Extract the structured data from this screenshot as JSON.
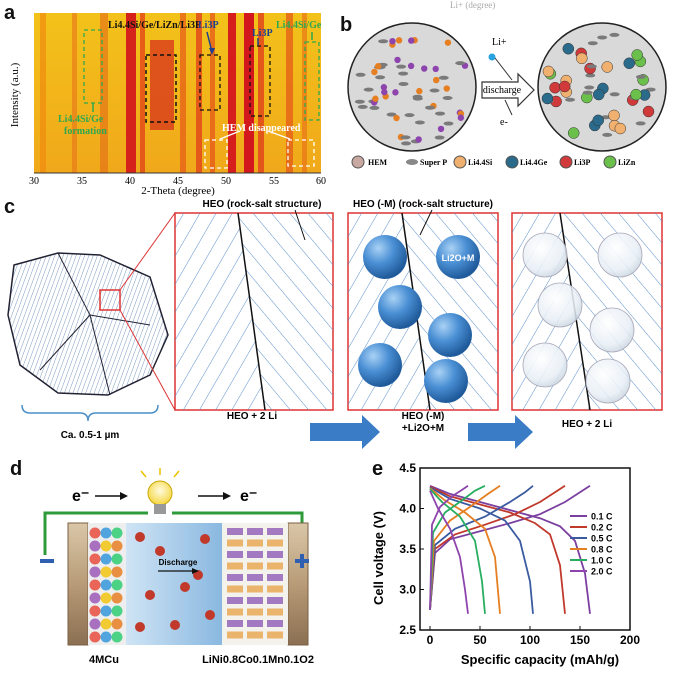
{
  "panels": {
    "a": {
      "label": "a",
      "ylabel": "Intensity (a.u.)",
      "xlabel": "2-Theta (degree)",
      "xticks": [
        "30",
        "35",
        "40",
        "45",
        "50",
        "55",
        "60"
      ],
      "ann_top1": "Li4.4Si/Ge/LiZn/Li3P",
      "ann_li3p_a": "Li3P",
      "ann_li3p_b": "Li3P",
      "ann_right": "Li4.4Si/Ge",
      "ann_left_1": "Li4.4Si/Ge",
      "ann_left_2": "formation",
      "ann_hem": "HEM disappeared"
    },
    "b": {
      "label": "b",
      "title_partial": "Li+ (degree)",
      "li_plus": "Li+",
      "arrow_label": "discharge",
      "e_minus": "e-",
      "legend": [
        "HEM",
        "Super P",
        "Li4.4Si",
        "Li4.4Ge",
        "Li3P",
        "LiZn"
      ]
    },
    "c": {
      "label": "c",
      "box1_title": "HEO (rock-salt structure)",
      "box2_title": "HEO (-M) (rock-salt structure)",
      "li2o_m": "Li2O+M",
      "size_label": "Ca. 0.5-1 µm",
      "cap1": "HEO + 2 Li",
      "cap2a": "HEO (-M)",
      "cap2b": "+Li2O+M",
      "cap3": "HEO + 2 Li"
    },
    "d": {
      "label": "d",
      "e_left": "e⁻",
      "e_right": "e⁻",
      "anode": "4MCu",
      "cathode": "LiNi0.8Co0.1Mn0.1O2",
      "discharge": "Discharge",
      "minus": "−",
      "plus": "+"
    },
    "e": {
      "label": "e"
    }
  },
  "chart_data": {
    "type": "line",
    "xlabel": "Specific capacity (mAh/g)",
    "ylabel": "Cell voltage (V)",
    "xlim": [
      -10,
      200
    ],
    "ylim": [
      2.5,
      4.5
    ],
    "xticks": [
      0,
      50,
      100,
      150,
      200
    ],
    "yticks": [
      2.5,
      3.0,
      3.5,
      4.0,
      4.5
    ],
    "legend_position": "right",
    "series": [
      {
        "name": "0.1 C",
        "color": "#7b3fa0",
        "discharge": [
          [
            0,
            4.28
          ],
          [
            20,
            4.18
          ],
          [
            50,
            4.08
          ],
          [
            80,
            3.98
          ],
          [
            110,
            3.88
          ],
          [
            130,
            3.78
          ],
          [
            145,
            3.6
          ],
          [
            155,
            3.2
          ],
          [
            160,
            2.7
          ]
        ],
        "charge": [
          [
            0,
            2.75
          ],
          [
            5,
            3.45
          ],
          [
            20,
            3.62
          ],
          [
            50,
            3.72
          ],
          [
            80,
            3.82
          ],
          [
            110,
            3.93
          ],
          [
            135,
            4.08
          ],
          [
            150,
            4.2
          ],
          [
            160,
            4.28
          ]
        ]
      },
      {
        "name": "0.2 C",
        "color": "#c0392b",
        "discharge": [
          [
            0,
            4.27
          ],
          [
            20,
            4.15
          ],
          [
            50,
            4.05
          ],
          [
            80,
            3.95
          ],
          [
            105,
            3.82
          ],
          [
            120,
            3.68
          ],
          [
            130,
            3.3
          ],
          [
            135,
            2.7
          ]
        ],
        "charge": [
          [
            0,
            2.75
          ],
          [
            5,
            3.5
          ],
          [
            25,
            3.68
          ],
          [
            55,
            3.8
          ],
          [
            85,
            3.93
          ],
          [
            110,
            4.08
          ],
          [
            125,
            4.2
          ],
          [
            135,
            4.28
          ]
        ]
      },
      {
        "name": "0.5 C",
        "color": "#3a5ba0",
        "discharge": [
          [
            0,
            4.26
          ],
          [
            20,
            4.12
          ],
          [
            50,
            4.0
          ],
          [
            75,
            3.85
          ],
          [
            90,
            3.6
          ],
          [
            100,
            3.1
          ],
          [
            103,
            2.7
          ]
        ],
        "charge": [
          [
            0,
            2.75
          ],
          [
            5,
            3.55
          ],
          [
            25,
            3.75
          ],
          [
            55,
            3.9
          ],
          [
            80,
            4.08
          ],
          [
            95,
            4.2
          ],
          [
            103,
            4.28
          ]
        ]
      },
      {
        "name": "0.8 C",
        "color": "#e67e22",
        "discharge": [
          [
            0,
            4.25
          ],
          [
            15,
            4.1
          ],
          [
            35,
            3.95
          ],
          [
            55,
            3.75
          ],
          [
            65,
            3.4
          ],
          [
            70,
            2.7
          ]
        ],
        "charge": [
          [
            0,
            2.75
          ],
          [
            4,
            3.6
          ],
          [
            20,
            3.85
          ],
          [
            40,
            4.02
          ],
          [
            58,
            4.18
          ],
          [
            70,
            4.28
          ]
        ]
      },
      {
        "name": "1.0 C",
        "color": "#27ae60",
        "discharge": [
          [
            0,
            4.24
          ],
          [
            12,
            4.08
          ],
          [
            30,
            3.9
          ],
          [
            45,
            3.6
          ],
          [
            52,
            3.1
          ],
          [
            55,
            2.7
          ]
        ],
        "charge": [
          [
            0,
            2.75
          ],
          [
            3,
            3.7
          ],
          [
            15,
            3.95
          ],
          [
            32,
            4.1
          ],
          [
            45,
            4.22
          ],
          [
            55,
            4.28
          ]
        ]
      },
      {
        "name": "2.0 C",
        "color": "#8e44ad",
        "discharge": [
          [
            0,
            4.22
          ],
          [
            8,
            4.0
          ],
          [
            20,
            3.75
          ],
          [
            30,
            3.4
          ],
          [
            35,
            3.0
          ],
          [
            38,
            2.7
          ]
        ],
        "charge": [
          [
            0,
            2.75
          ],
          [
            2,
            3.8
          ],
          [
            10,
            4.02
          ],
          [
            22,
            4.15
          ],
          [
            32,
            4.23
          ],
          [
            38,
            4.28
          ]
        ]
      }
    ]
  }
}
